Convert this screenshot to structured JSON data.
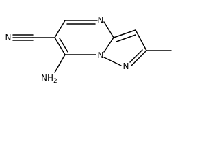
{
  "molecule": {
    "atoms": {
      "n4": "N",
      "n_cyano": "N",
      "n7a": "N",
      "n1": "N",
      "amino": "NH",
      "amino_sub": "2"
    }
  }
}
